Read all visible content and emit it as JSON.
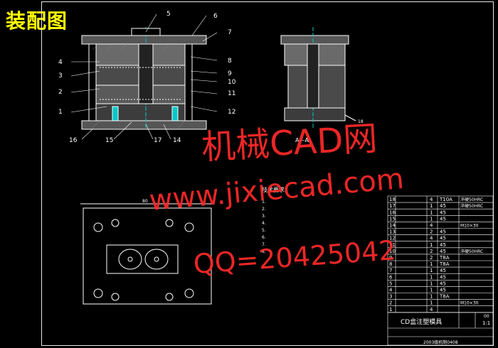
{
  "title": "装配图",
  "watermark": {
    "line1": "机械CAD网",
    "line2": "www.jixiecad.com",
    "line3": "QQ=20425042"
  },
  "callouts_left": [
    "4",
    "3",
    "2",
    "1",
    "16"
  ],
  "callouts_right": [
    "5",
    "6",
    "7",
    "8",
    "9",
    "10",
    "11",
    "12"
  ],
  "callouts_bottom": [
    "15",
    "17",
    "14"
  ],
  "side_view_label": "A—A",
  "side_callout": "18",
  "dimension": "80",
  "tech_requirements": {
    "title": "技术要求:",
    "items": [
      "1.",
      "2.",
      "3.",
      "4.",
      "5.",
      "6.",
      "7.",
      "8."
    ]
  },
  "bom": {
    "rows": [
      {
        "no": "18",
        "qty": "4",
        "mat": "T10A",
        "note": "淬硬50HRC"
      },
      {
        "no": "17",
        "qty": "1",
        "mat": "45",
        "note": "淬硬50HRC"
      },
      {
        "no": "16",
        "qty": "1",
        "mat": "45",
        "note": ""
      },
      {
        "no": "15",
        "qty": "1",
        "mat": "45",
        "note": ""
      },
      {
        "no": "14",
        "qty": "4",
        "mat": "",
        "note": "M10×30"
      },
      {
        "no": "13",
        "qty": "2",
        "mat": "45",
        "note": ""
      },
      {
        "no": "12",
        "qty": "4",
        "mat": "45",
        "note": ""
      },
      {
        "no": "11",
        "qty": "1",
        "mat": "45",
        "note": ""
      },
      {
        "no": "10",
        "qty": "2",
        "mat": "45",
        "note": "淬硬50HRC"
      },
      {
        "no": "9",
        "qty": "2",
        "mat": "T8A",
        "note": ""
      },
      {
        "no": "8",
        "qty": "1",
        "mat": "T8A",
        "note": ""
      },
      {
        "no": "7",
        "qty": "1",
        "mat": "45",
        "note": ""
      },
      {
        "no": "6",
        "qty": "1",
        "mat": "45",
        "note": ""
      },
      {
        "no": "5",
        "qty": "1",
        "mat": "45",
        "note": ""
      },
      {
        "no": "4",
        "qty": "1",
        "mat": "45",
        "note": ""
      },
      {
        "no": "3",
        "qty": "1",
        "mat": "T8A",
        "note": ""
      },
      {
        "no": "2",
        "qty": "1",
        "mat": "",
        "note": "M10×30"
      },
      {
        "no": "1",
        "qty": "4",
        "mat": "",
        "note": ""
      }
    ],
    "drawing_name": "CD盒注塑模具",
    "scale_label": "1:1",
    "sheet": "00",
    "class_info": "2003级机制0408"
  },
  "colors": {
    "line": "#ffffff",
    "accent": "#00c8c8",
    "red": "#ff2a2a",
    "title": "#ffff00"
  }
}
